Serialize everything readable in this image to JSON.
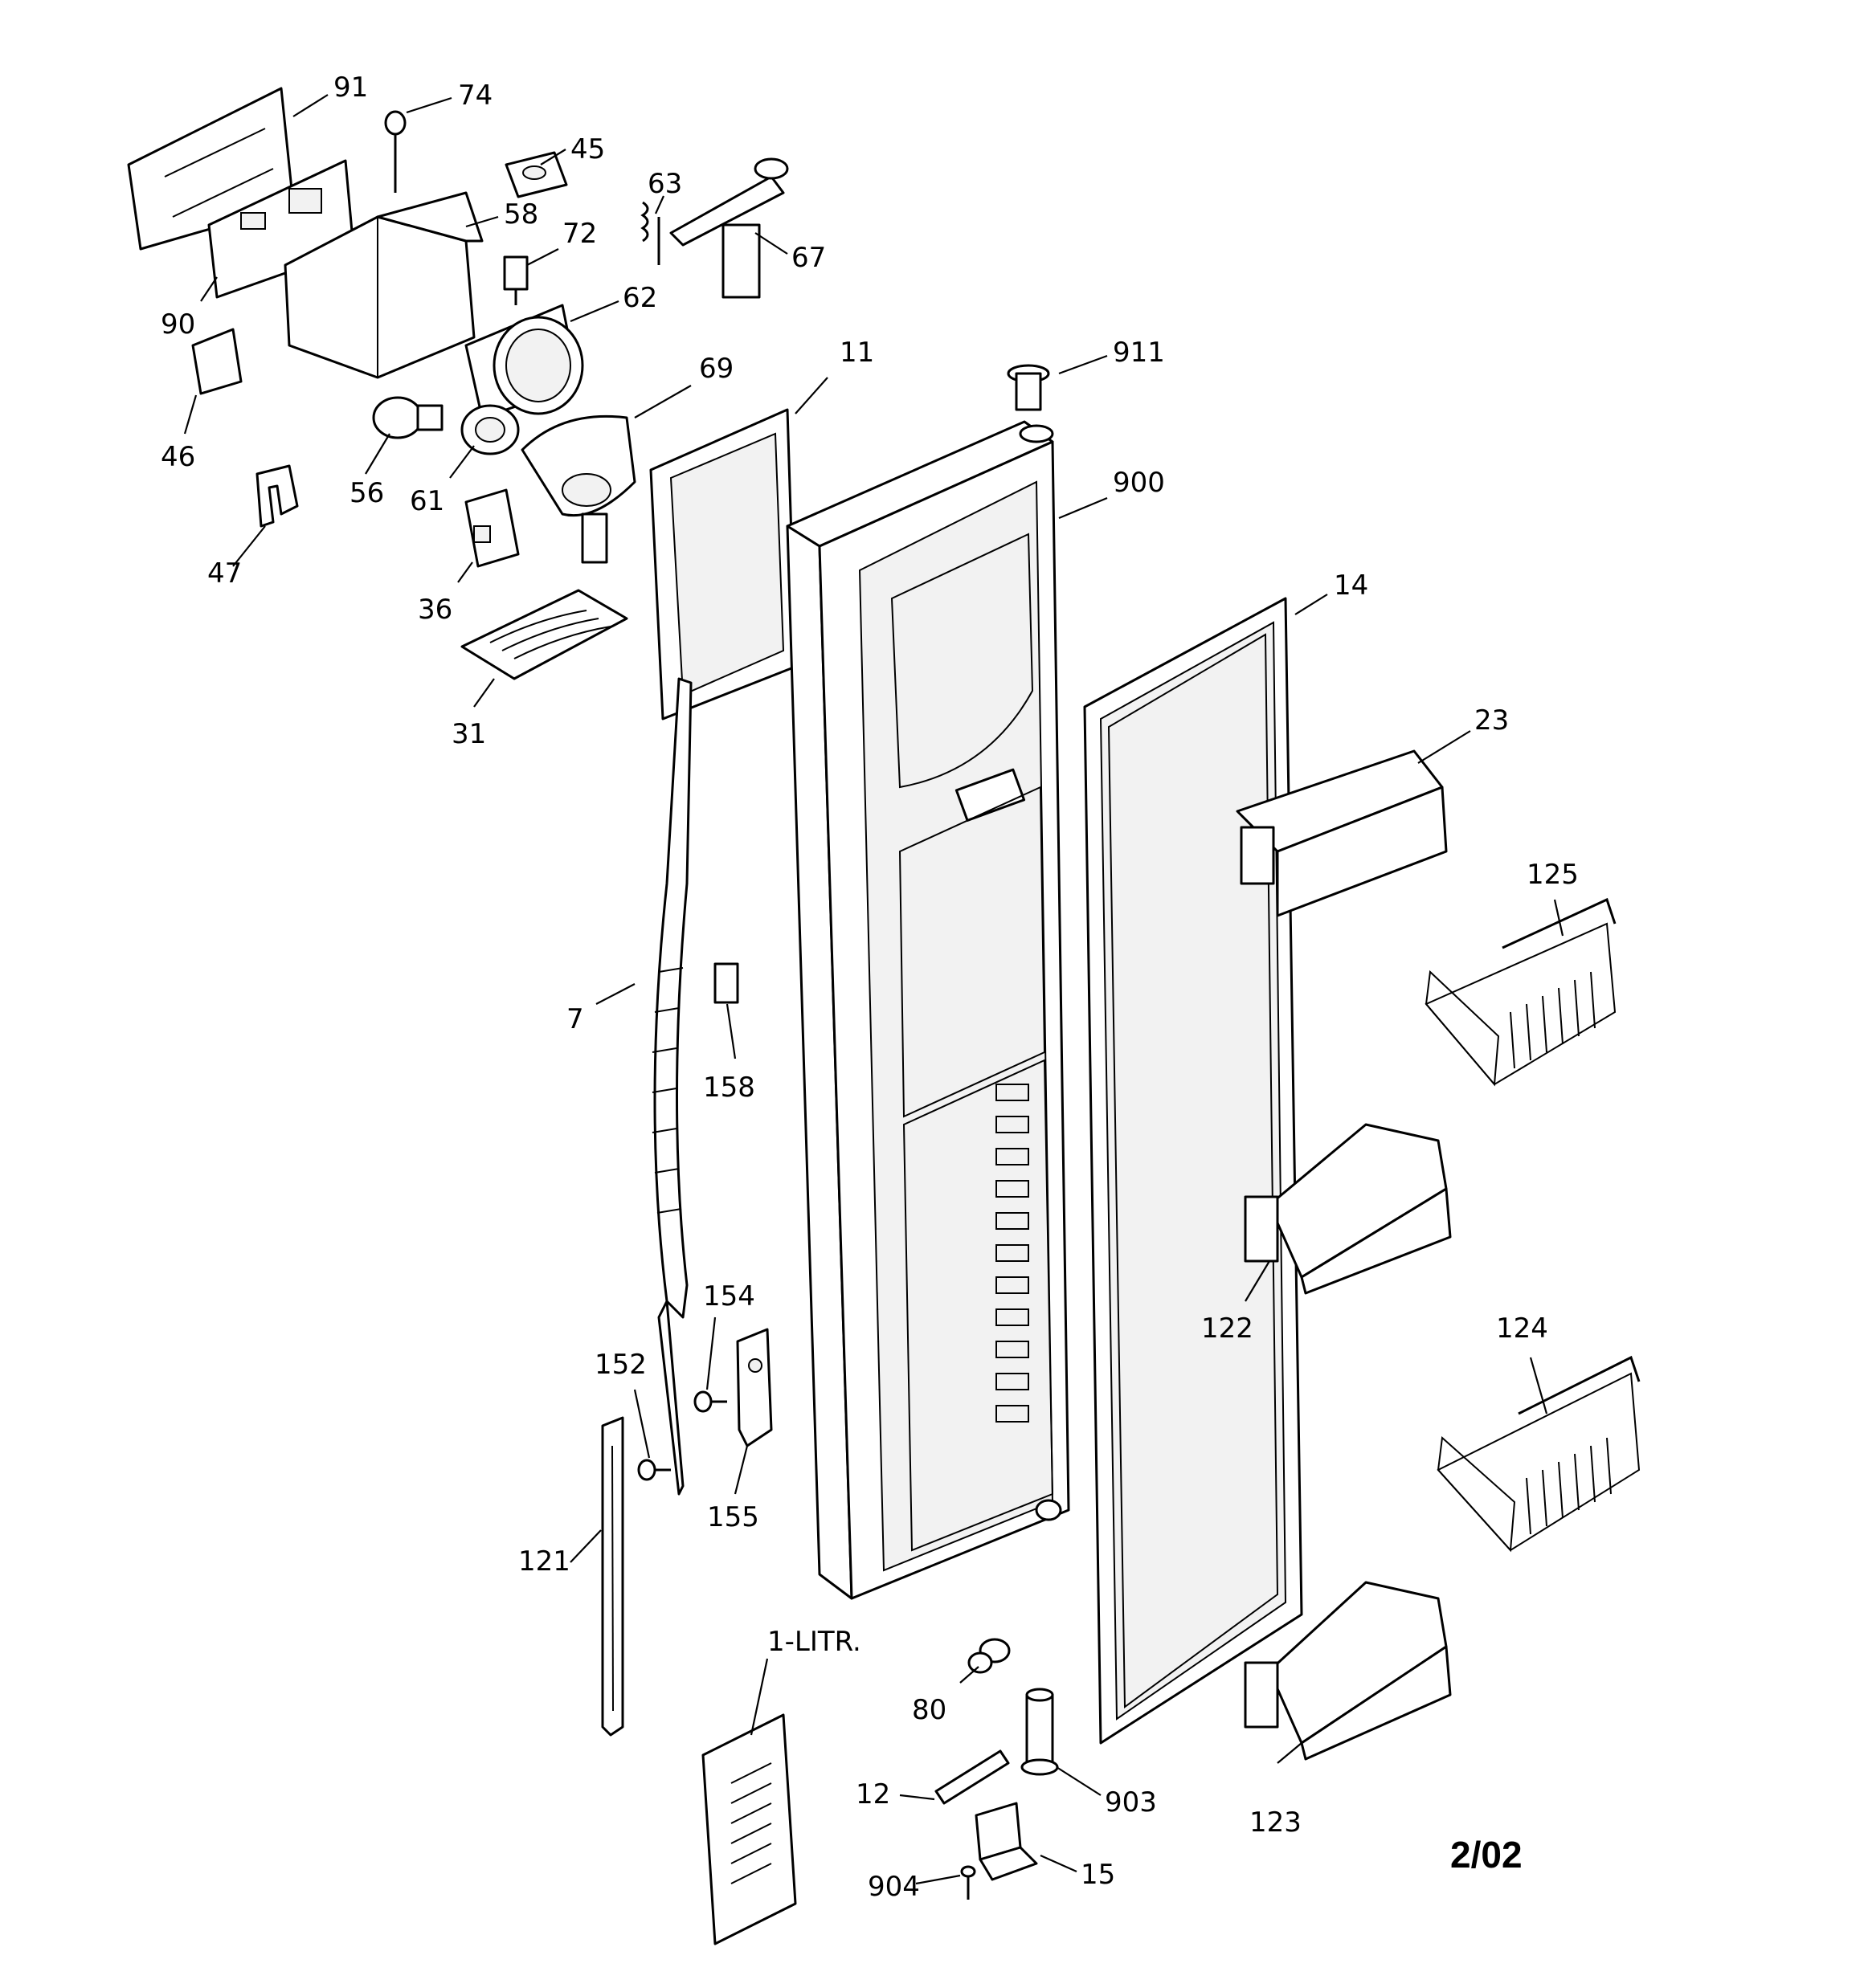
{
  "labels": {
    "p91": "91",
    "p74": "74",
    "p45": "45",
    "p63": "63",
    "p58": "58",
    "p72": "72",
    "p67": "67",
    "p90": "90",
    "p62": "62",
    "p11": "11",
    "p911": "911",
    "p69": "69",
    "p46": "46",
    "p56": "56",
    "p61": "61",
    "p900": "900",
    "p47": "47",
    "p36": "36",
    "p14": "14",
    "p31": "31",
    "p23": "23",
    "p125": "125",
    "p7": "7",
    "p158": "158",
    "p154": "154",
    "p122": "122",
    "p152": "152",
    "p124": "124",
    "p155": "155",
    "p121": "121",
    "p1litr": "1-LITR.",
    "p80": "80",
    "p12": "12",
    "p903": "903",
    "p123": "123",
    "p904": "904",
    "p15": "15"
  },
  "footer": {
    "date_code": "2/02"
  }
}
